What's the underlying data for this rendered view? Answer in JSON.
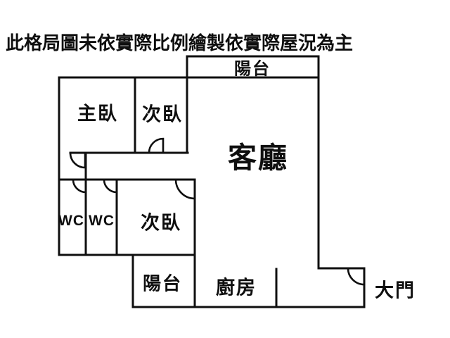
{
  "title": "此格局圖未依實際比例繪製依實際屋況為主",
  "rooms": {
    "balcony_top": {
      "label": "陽台"
    },
    "master_bedroom": {
      "label": "主臥"
    },
    "bedroom_upper": {
      "label": "次臥"
    },
    "living_room": {
      "label": "客廳"
    },
    "wc1": {
      "label": "WC"
    },
    "wc2": {
      "label": "WC"
    },
    "bedroom_lower": {
      "label": "次臥"
    },
    "balcony_bottom": {
      "label": "陽台"
    },
    "kitchen": {
      "label": "廚房"
    },
    "main_door": {
      "label": "大門"
    }
  },
  "colors": {
    "wall": "#0f0f0f",
    "background": "#ffffff",
    "text": "#0f0f0f"
  }
}
